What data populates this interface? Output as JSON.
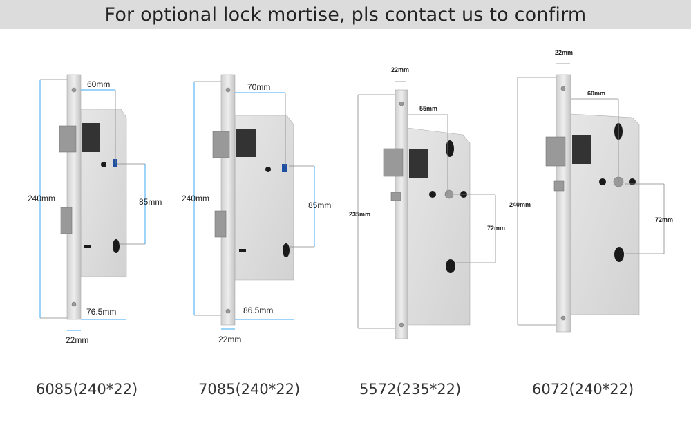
{
  "banner": {
    "text": "For optional lock mortise, pls contact us to confirm"
  },
  "products": [
    {
      "model": "6085(240*22)",
      "height": "240mm",
      "backset": "60mm",
      "center": "85mm",
      "depth": "76.5mm",
      "faceplate": "22mm"
    },
    {
      "model": "7085(240*22)",
      "height": "240mm",
      "backset": "70mm",
      "center": "85mm",
      "depth": "86.5mm",
      "faceplate": "22mm"
    },
    {
      "model": "5572(235*22)",
      "height": "235mm",
      "backset": "55mm",
      "center": "72mm",
      "faceplate": "22mm"
    },
    {
      "model": "6072(240*22)",
      "height": "240mm",
      "backset": "60mm",
      "center": "72mm",
      "faceplate": "22mm"
    }
  ],
  "colors": {
    "banner_bg": "#dcdcdc",
    "dimension_line": "#3fa9f5"
  }
}
